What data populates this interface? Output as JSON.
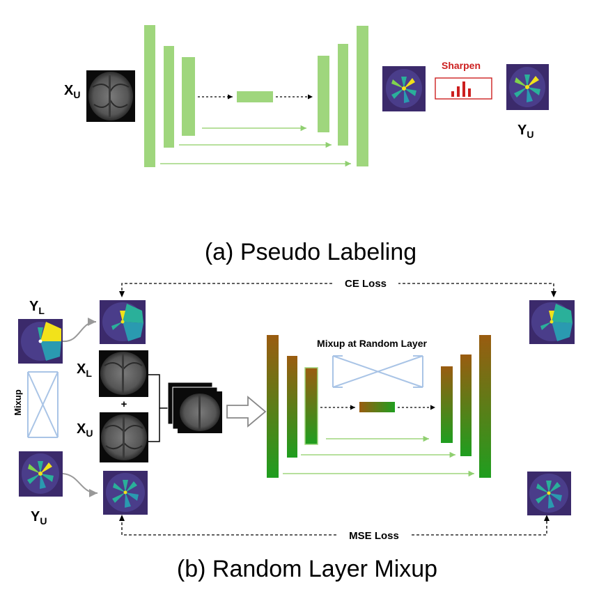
{
  "panel_a": {
    "input_label": "X",
    "input_sub": "U",
    "sharpen_label": "Sharpen",
    "output_label": "Y",
    "output_sub": "U",
    "caption": "(a) Pseudo Labeling"
  },
  "panel_b": {
    "ce_loss": "CE Loss",
    "mse_loss": "MSE Loss",
    "yl_label": "Y",
    "yl_sub": "L",
    "yu_label": "Y",
    "yu_sub": "U",
    "xl_label": "X",
    "xl_sub": "L",
    "xu_label": "X",
    "xu_sub": "U",
    "plus": "+",
    "mixup_side": "Mixup",
    "mixup_random": "Mixup at Random Layer",
    "caption": "(b) Random Layer Mixup"
  },
  "colors": {
    "unet_green": "#9fd67d",
    "skip_green": "#9fd67d",
    "sharpen_red": "#cc1f1f",
    "mixup_blue": "#a9c4e6",
    "grad_top": "#9a5c10",
    "grad_bottom": "#1f9e1f",
    "seg_bg": "#3b2a6b"
  }
}
